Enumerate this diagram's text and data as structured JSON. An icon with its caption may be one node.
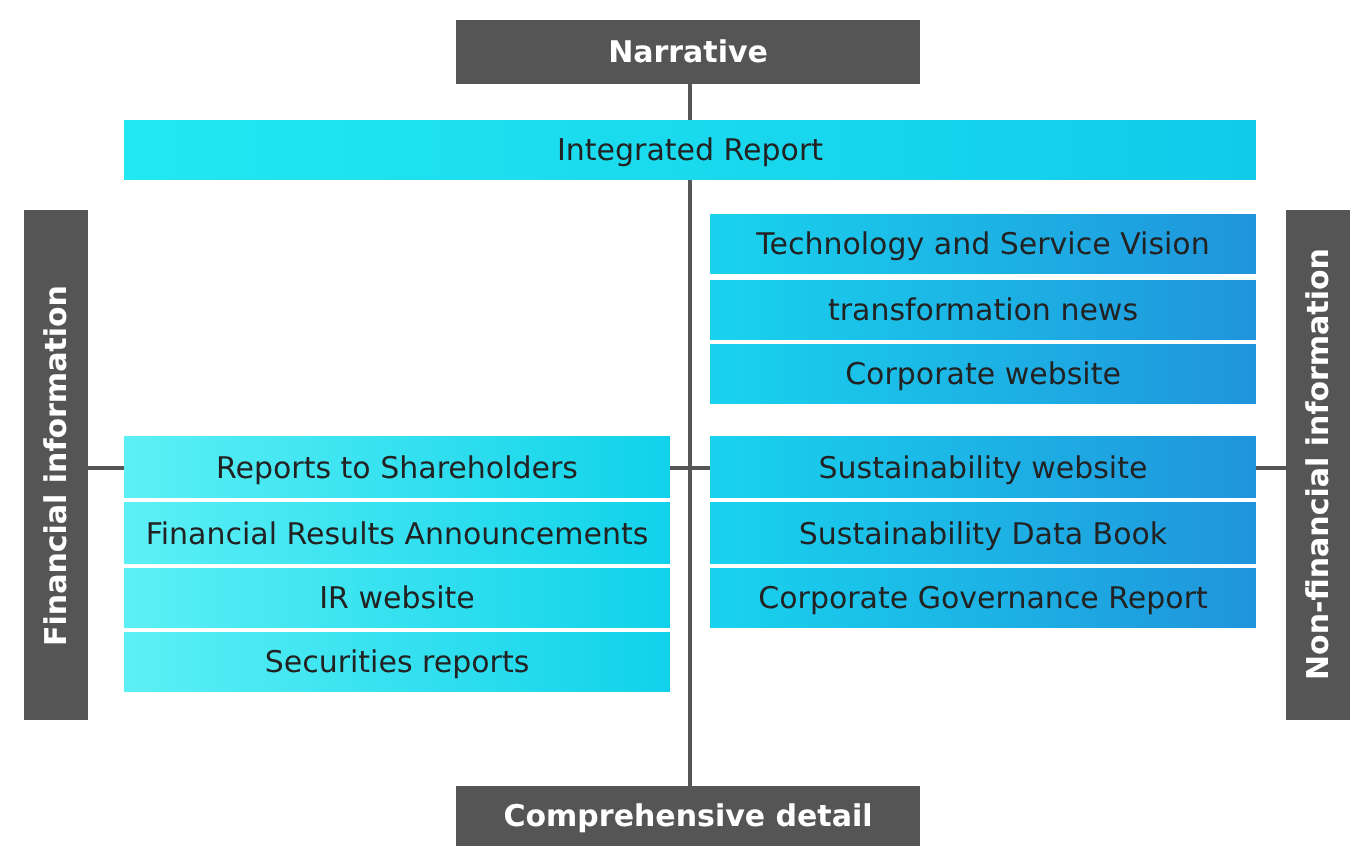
{
  "diagram": {
    "nodes": [
      {
        "text": [
          "Narrative"
        ]
      },
      {
        "text": [
          "Integrated Report"
        ]
      },
      {
        "text": [
          "Financial information"
        ]
      },
      {
        "text": [
          "Technology and Service Vision"
        ]
      },
      {
        "text": [
          "transformation news"
        ]
      },
      {
        "text": [
          "Corporate website"
        ]
      },
      {
        "text": [
          "Non-financial information"
        ]
      },
      {
        "text": [
          "Reports to Shareholders"
        ]
      },
      {
        "text": [
          "Sustainability website"
        ]
      },
      {
        "text": [
          "Financial Results Announcements"
        ]
      },
      {
        "text": [
          "Sustainability Data Book"
        ]
      },
      {
        "text": [
          "IR website"
        ]
      },
      {
        "text": [
          "Corporate Governance Report"
        ]
      },
      {
        "text": [
          "Securities reports"
        ]
      },
      {
        "text": [
          "Comprehensive detail"
        ]
      }
    ],
    "edges": []
  }
}
